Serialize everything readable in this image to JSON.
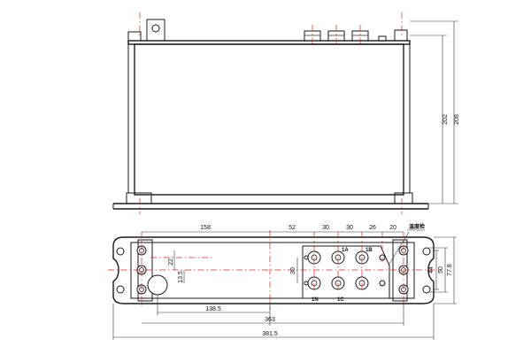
{
  "dimensions": {
    "height_202": "202",
    "height_208": "208",
    "d158": "158",
    "d52": "52",
    "d30a": "30",
    "d30b": "30",
    "d26": "26",
    "d20": "20",
    "d22": "22",
    "d13_5": "13.5",
    "d30v": "30",
    "d44": "44",
    "d50": "50",
    "d77_8": "77.8",
    "d138_5": "138.5",
    "d363": "363",
    "d381_5": "381.5"
  },
  "terminals": {
    "t1a": "1A",
    "t1b": "1B",
    "t1n": "1N",
    "t1c": "1C"
  },
  "note_label": "温度检"
}
